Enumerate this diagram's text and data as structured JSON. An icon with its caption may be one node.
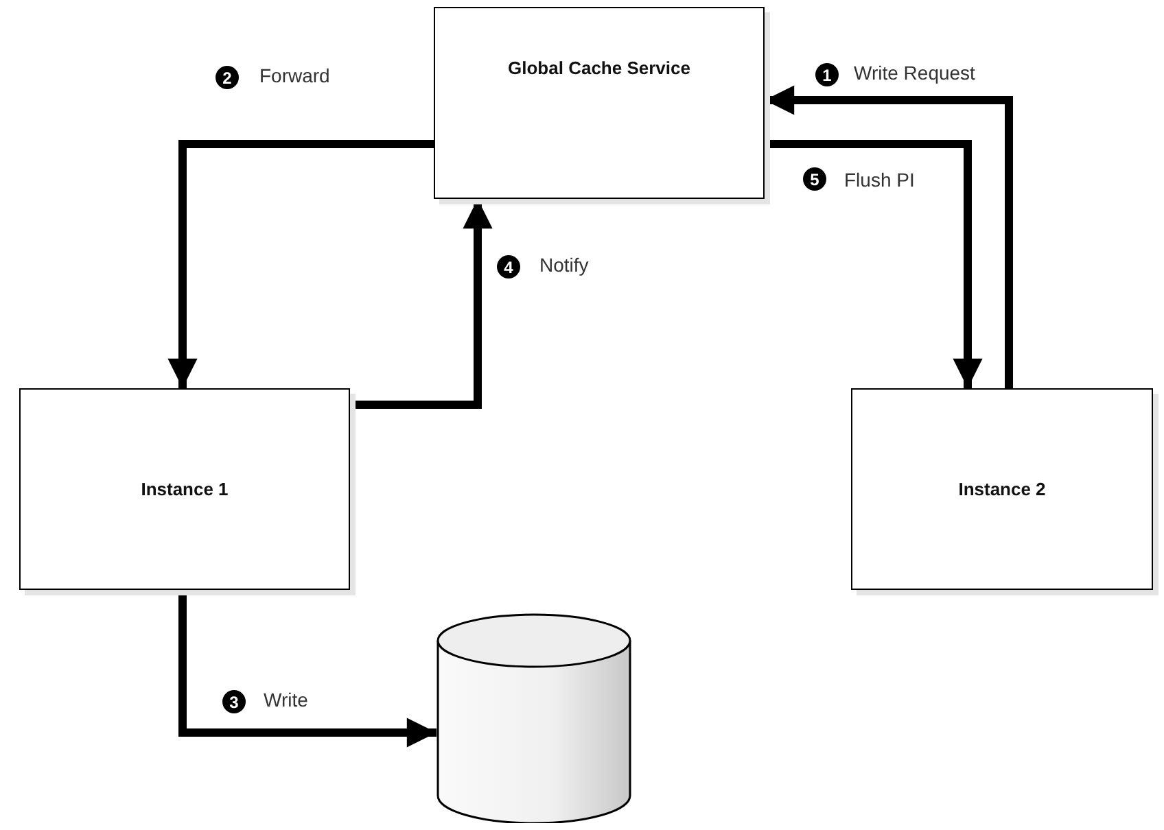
{
  "diagram": {
    "nodes": [
      {
        "text": [
          "Global Cache Service"
        ]
      },
      {
        "text": [
          "Instance 1"
        ]
      },
      {
        "text": [
          "Instance 2"
        ]
      },
      {
        "text": [],
        "shape": "cylinder"
      }
    ],
    "edges": [
      {
        "from": 2,
        "to": 0,
        "arrow": "to",
        "label": "Write Request"
      },
      {
        "from": 0,
        "to": 1,
        "arrow": "to",
        "label": "Forward"
      },
      {
        "from": 1,
        "to": 3,
        "arrow": "to",
        "label": "Write"
      },
      {
        "from": 1,
        "to": 0,
        "arrow": "to",
        "label": "Notify"
      },
      {
        "from": 0,
        "to": 2,
        "arrow": "to",
        "label": "Flush PI"
      }
    ],
    "labels": [
      "2",
      "1",
      "5",
      "4",
      "3"
    ]
  }
}
